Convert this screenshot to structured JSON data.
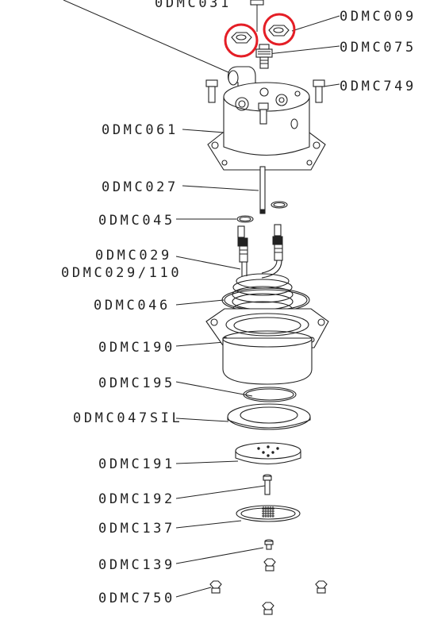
{
  "parts": {
    "p031": "0DMC031",
    "p009": "0DMC009",
    "p075": "0DMC075",
    "p749": "0DMC749",
    "p061": "0DMC061",
    "p027": "0DMC027",
    "p045": "0DMC045",
    "p029": "0DMC029",
    "p029_110": "0DMC029/110",
    "p046": "0DMC046",
    "p190": "0DMC190",
    "p195": "0DMC195",
    "p047sil": "0DMC047SIL",
    "p191": "0DMC191",
    "p192": "0DMC192",
    "p137": "0DMC137",
    "p139": "0DMC139",
    "p750": "0DMC750"
  },
  "highlight_color": "#e41e26"
}
